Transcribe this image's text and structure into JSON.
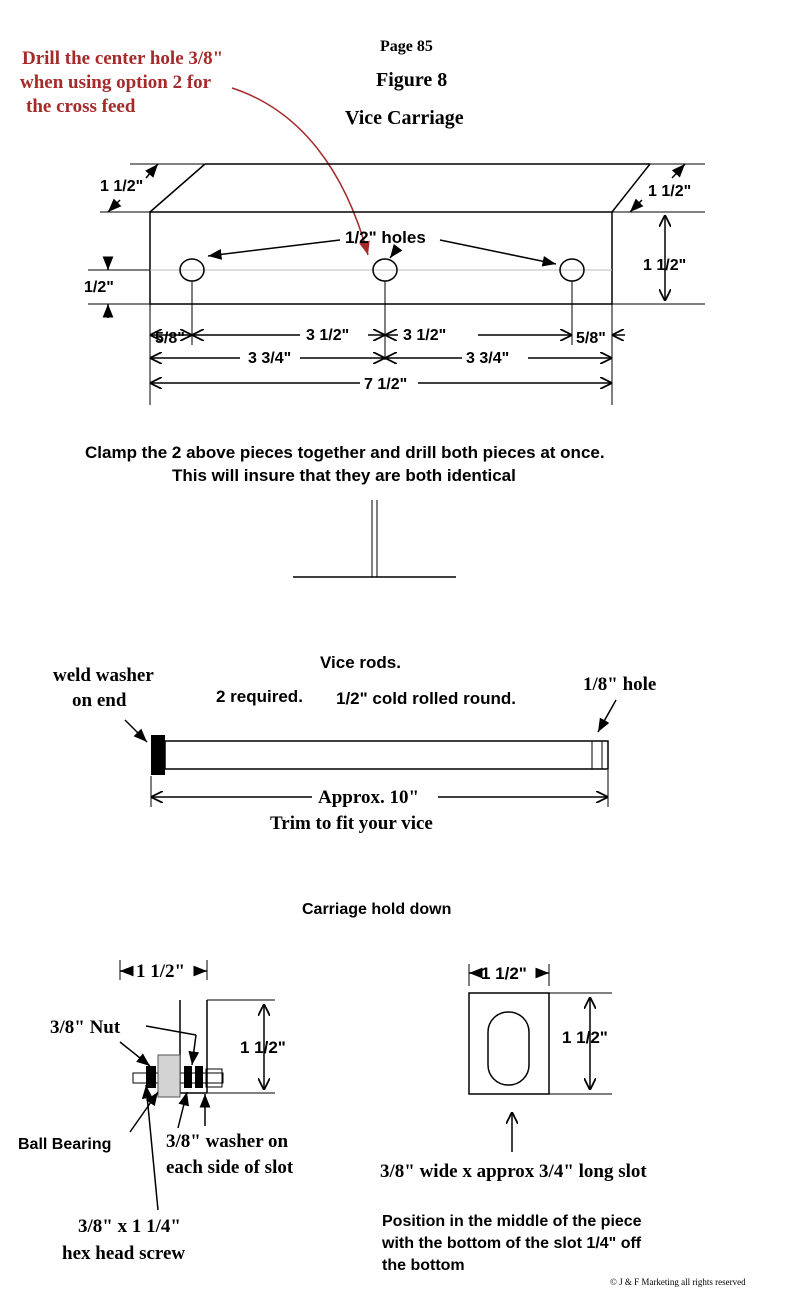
{
  "header": {
    "page_number": "Page 85",
    "figure_number": "Figure 8",
    "figure_title": "Vice Carriage"
  },
  "note_red": {
    "line1": "Drill the center hole 3/8\"",
    "line2": "when using option 2 for",
    "line3": "the cross feed",
    "color": "#a52a2a"
  },
  "carriage": {
    "depth_left": "1 1/2\"",
    "depth_right": "1 1/2\"",
    "height_right": "1 1/2\"",
    "hole_offset": "1/2\"",
    "holes_label": "1/2\" holes",
    "edge_left": "5/8\"",
    "spacing_left": "3 1/2\"",
    "spacing_right": "3 1/2\"",
    "edge_right": "5/8\"",
    "half_left": "3 3/4\"",
    "half_right": "3 3/4\"",
    "total_length": "7 1/2\""
  },
  "clamp_note": {
    "line1": "Clamp the 2 above pieces together and drill both pieces at once.",
    "line2": "This will insure that they are both identical"
  },
  "vice_rods": {
    "title": "Vice rods.",
    "spec_qty": "2 required.",
    "spec_material": "1/2\" cold rolled round.",
    "weld_label_1": "weld washer",
    "weld_label_2": "on end",
    "hole_label": "1/8\" hole",
    "length": "Approx. 10\"",
    "trim": "Trim to fit your vice"
  },
  "hold_down": {
    "title": "Carriage hold down",
    "left_width": "1 1/2\"",
    "left_height": "1 1/2\"",
    "nut_label": "3/8\" Nut",
    "bearing_label": "Ball Bearing",
    "washer_label_1": "3/8\" washer on",
    "washer_label_2": "each side of slot",
    "screw_label_1": "3/8\" x 1 1/4\"",
    "screw_label_2": "hex head screw",
    "right_width": "1 1/2\"",
    "right_height": "1 1/2\"",
    "slot_label": "3/8\" wide x approx 3/4\" long slot",
    "position_1": "Position in the middle of the piece",
    "position_2": "with the bottom of the slot 1/4\" off",
    "position_3": "the bottom"
  },
  "footer": {
    "copyright": "© J & F Marketing all rights reserved"
  }
}
